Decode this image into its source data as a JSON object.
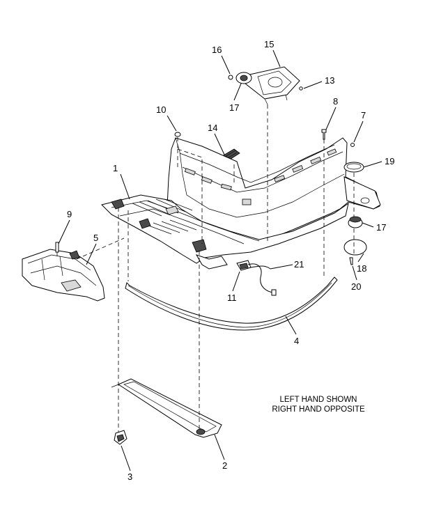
{
  "callouts": [
    {
      "label": "1"
    },
    {
      "label": "2"
    },
    {
      "label": "3"
    },
    {
      "label": "4"
    },
    {
      "label": "5"
    },
    {
      "label": "7"
    },
    {
      "label": "8"
    },
    {
      "label": "9"
    },
    {
      "label": "10"
    },
    {
      "label": "11"
    },
    {
      "label": "13"
    },
    {
      "label": "14"
    },
    {
      "label": "15"
    },
    {
      "label": "16"
    },
    {
      "label": "17"
    },
    {
      "label": "17"
    },
    {
      "label": "18"
    },
    {
      "label": "19"
    },
    {
      "label": "20"
    },
    {
      "label": "21"
    }
  ],
  "note": {
    "line1": "LEFT HAND SHOWN",
    "line2": "RIGHT HAND OPPOSITE"
  }
}
